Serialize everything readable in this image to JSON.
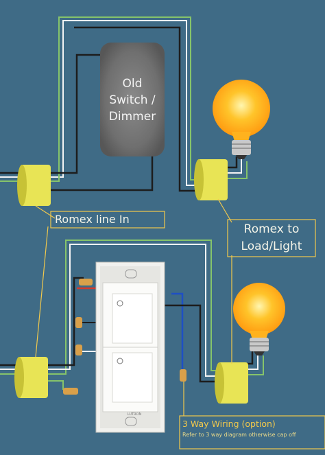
{
  "diagram": {
    "old_switch_label_line1": "Old",
    "old_switch_label_line2": "Switch /",
    "old_switch_label_line3": "Dimmer",
    "romex_line_in": "Romex line In",
    "romex_to_load_line1": "Romex to",
    "romex_to_load_line2": "Load/Light",
    "three_way_title": "3 Way Wiring (option)",
    "three_way_note": "Refer to 3 way diagram otherwise cap off",
    "switch_brand": "LUTRON",
    "colors": {
      "background": "#3f6b86",
      "label_outline": "#f2c94c",
      "label_text": "#f4f4e8",
      "connector": "#e8e455",
      "wire_black": "#1d1d1d",
      "wire_white": "#f4f4f4",
      "wire_green": "#86c46a",
      "wire_red": "#d63a2b",
      "wire_blue": "#1f4fc4",
      "bulb_glow": "#ffb21e"
    }
  }
}
